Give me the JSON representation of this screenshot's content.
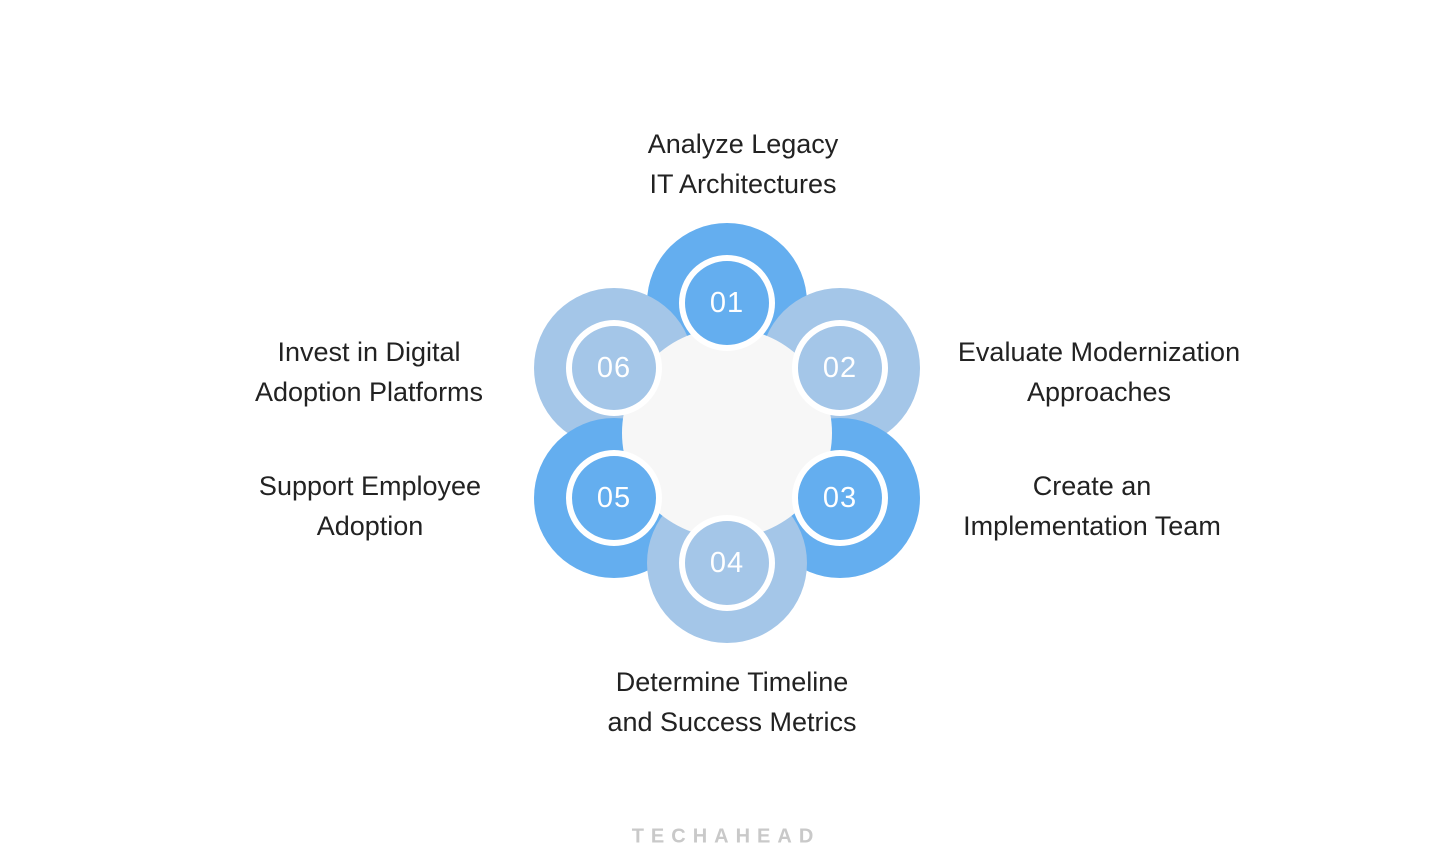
{
  "diagram": {
    "title_context": "Six-step process flower diagram",
    "watermark": {
      "text": "TECHAHEAD"
    },
    "colors": {
      "bright_blue": "#64AEEF",
      "light_blue": "#A4C6E8",
      "center_circle": "#F7F7F7",
      "label_text": "#222222",
      "number_text": "#FFFFFF",
      "watermark_text": "#C9C9C9",
      "ring": "#FFFFFF"
    },
    "steps": [
      {
        "number": "01",
        "label_line1": "Analyze Legacy",
        "label_line2": "IT Architectures",
        "tone": "bright",
        "position": "top"
      },
      {
        "number": "02",
        "label_line1": "Evaluate Modernization",
        "label_line2": "Approaches",
        "tone": "light",
        "position": "upper-right"
      },
      {
        "number": "03",
        "label_line1": "Create an",
        "label_line2": "Implementation Team",
        "tone": "bright",
        "position": "lower-right"
      },
      {
        "number": "04",
        "label_line1": "Determine Timeline",
        "label_line2": "and Success Metrics",
        "tone": "light",
        "position": "bottom"
      },
      {
        "number": "05",
        "label_line1": "Support Employee",
        "label_line2": "Adoption",
        "tone": "bright",
        "position": "lower-left"
      },
      {
        "number": "06",
        "label_line1": "Invest in Digital",
        "label_line2": "Adoption Platforms",
        "tone": "light",
        "position": "upper-left"
      }
    ]
  }
}
